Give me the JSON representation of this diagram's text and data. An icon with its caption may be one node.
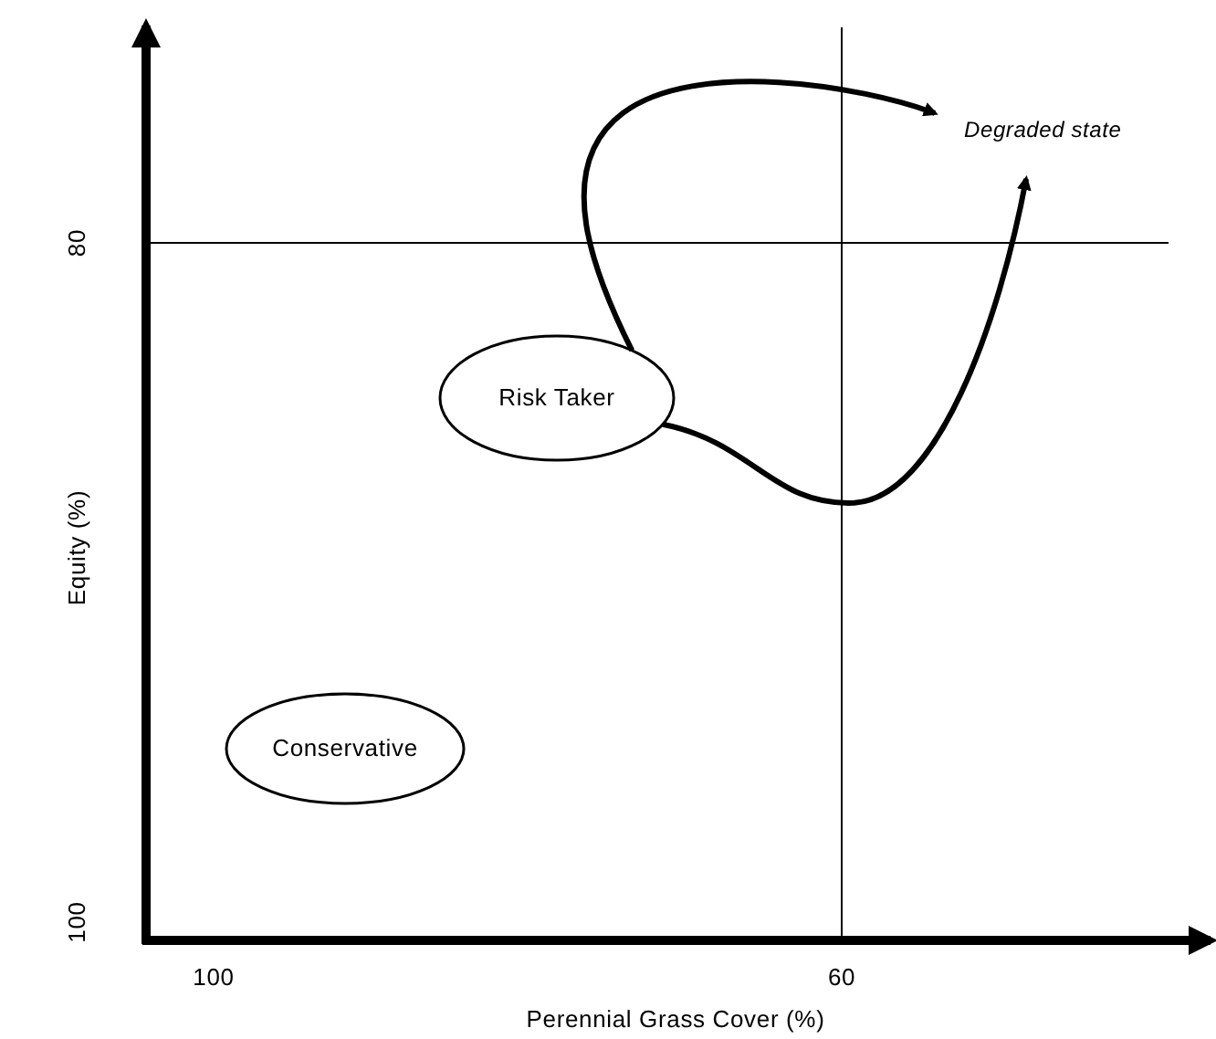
{
  "diagram": {
    "nodes": [
      {
        "text": [
          "Degraded state"
        ]
      },
      {
        "text": [
          "Risk Taker"
        ]
      },
      {
        "text": [
          "Conservative"
        ]
      }
    ],
    "edges": [
      {
        "from": 1,
        "to": 0,
        "arrow": "to"
      },
      {
        "from": 1,
        "to": 0,
        "arrow": "to"
      }
    ],
    "labels": [
      "80",
      "100",
      "Equity (%)",
      "100",
      "60",
      "Perennial Grass Cover (%)"
    ]
  }
}
